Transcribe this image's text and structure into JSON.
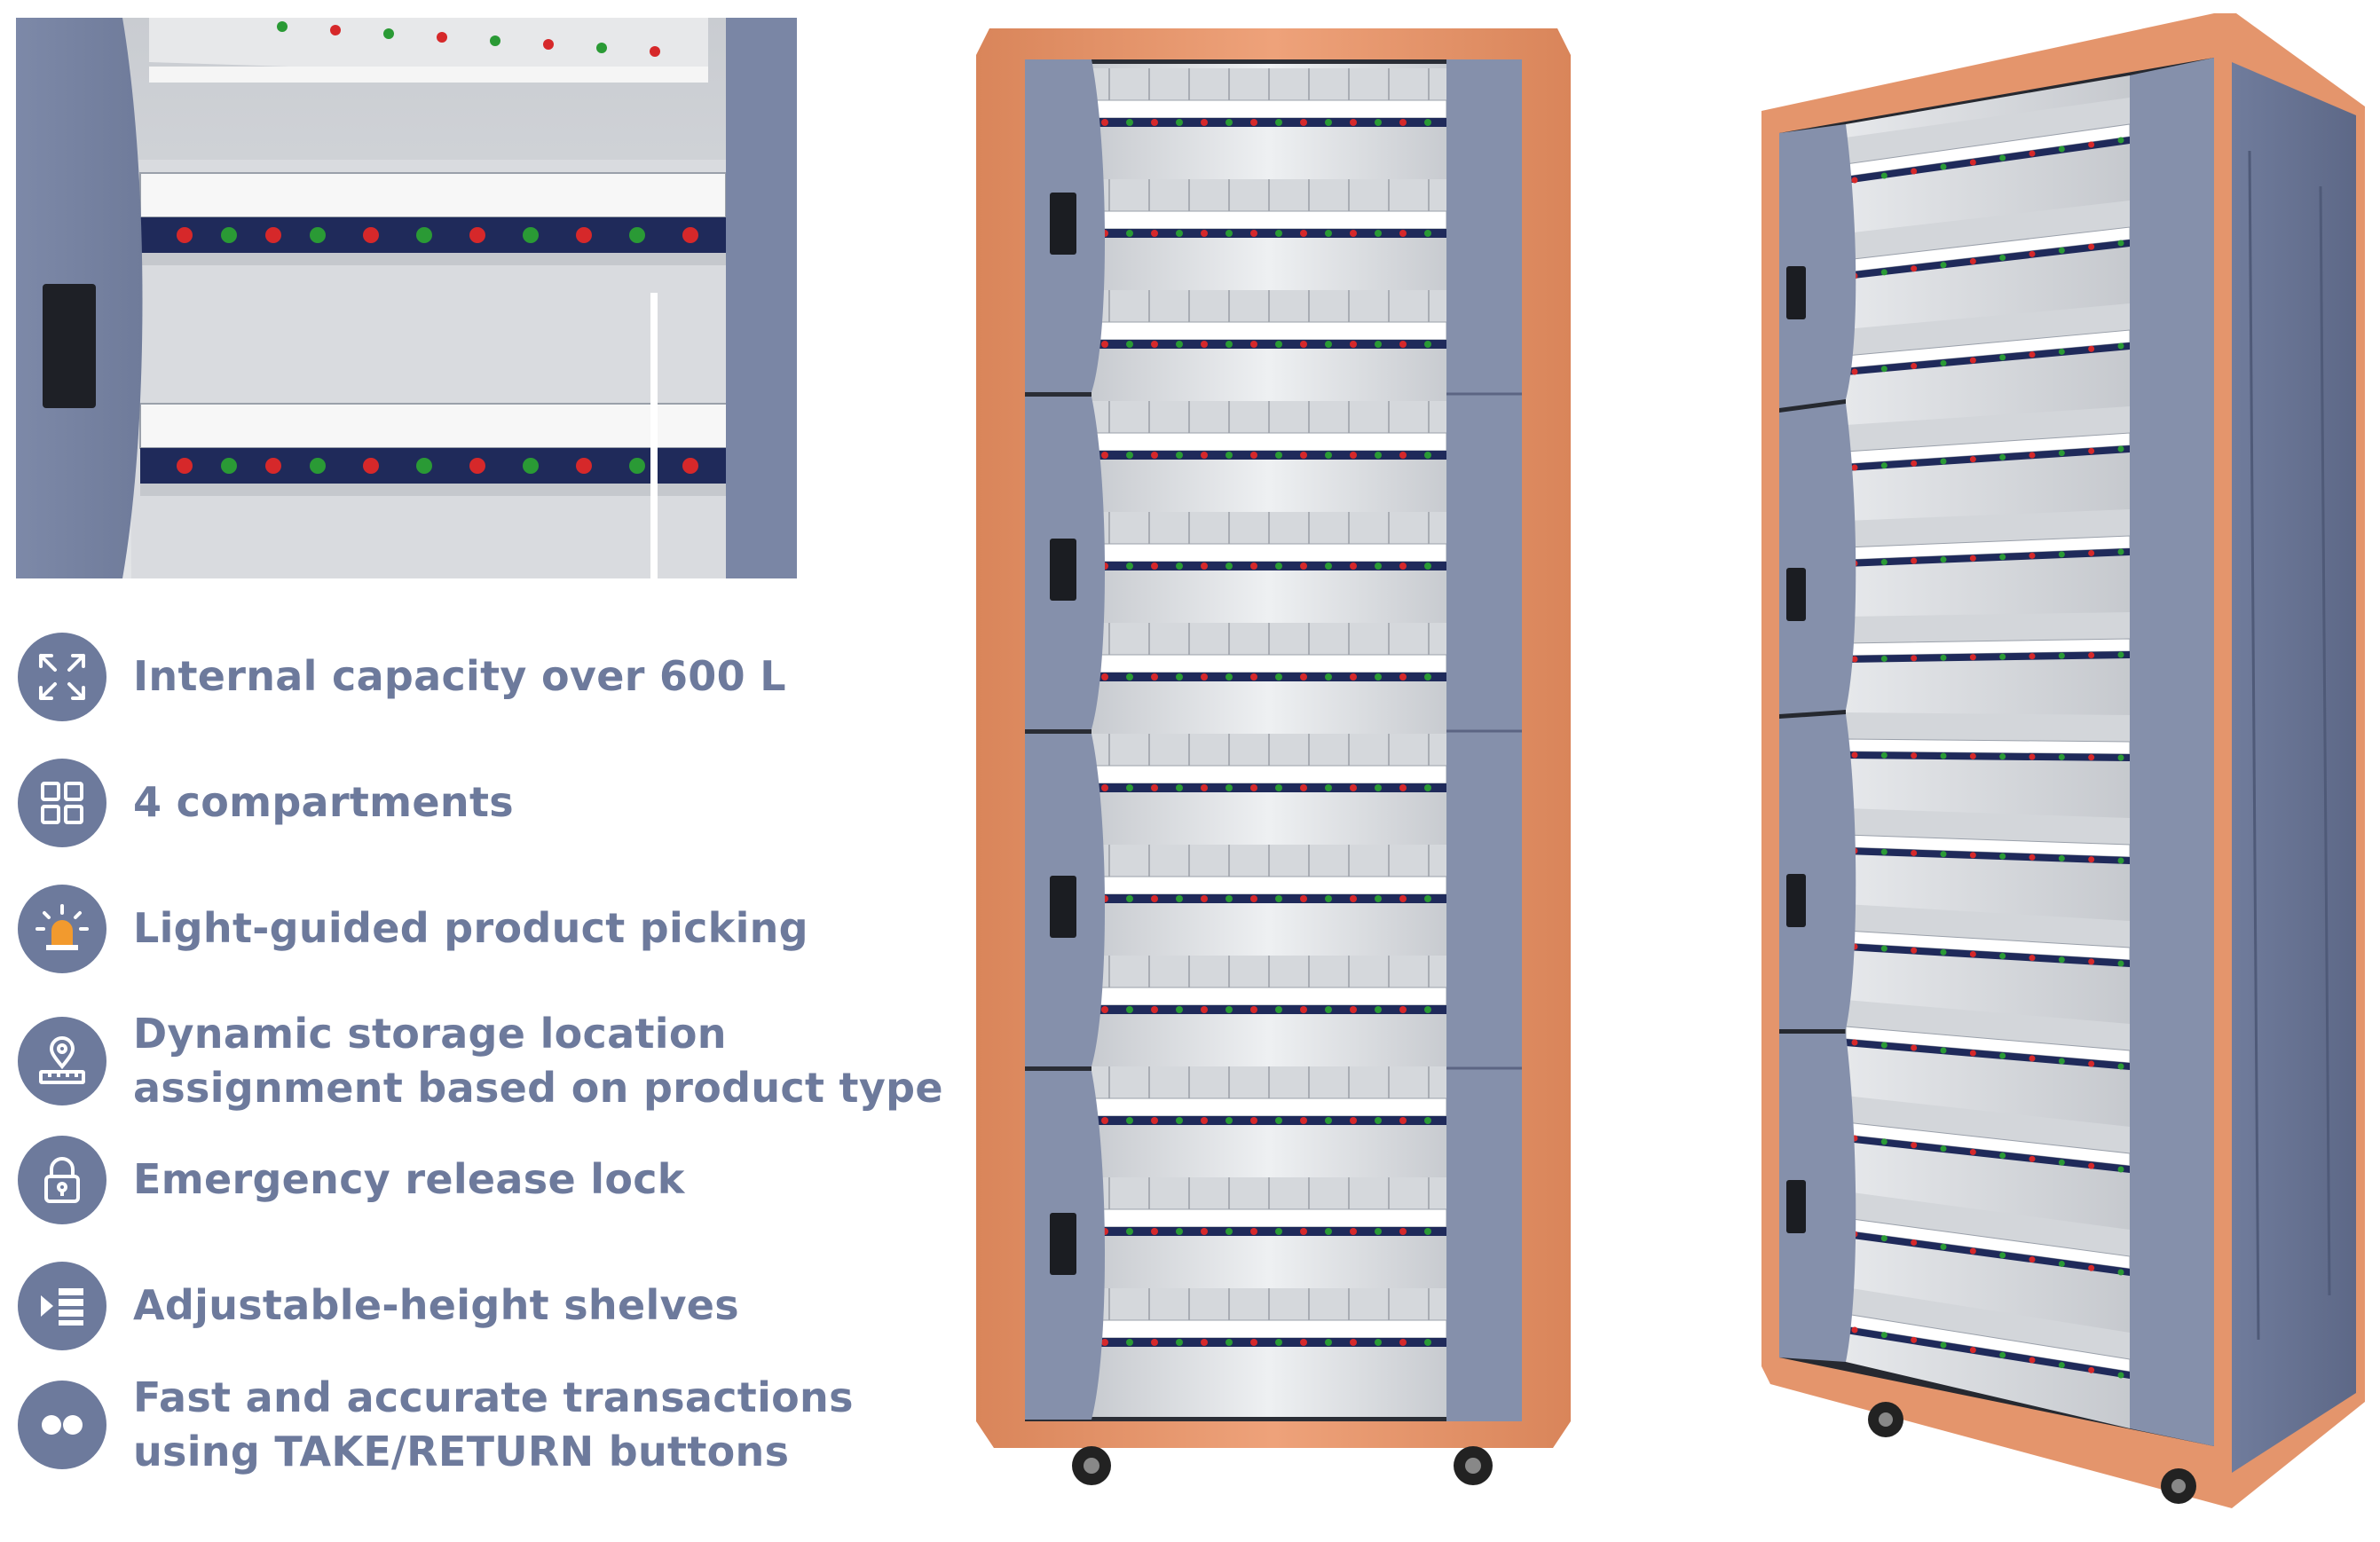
{
  "features": [
    {
      "icon": "expand-arrows-icon",
      "lines": [
        "Internal capacity over 600 L"
      ]
    },
    {
      "icon": "compartments-grid-icon",
      "lines": [
        "4 compartments"
      ]
    },
    {
      "icon": "warning-light-icon",
      "lines": [
        "Light-guided product picking"
      ]
    },
    {
      "icon": "location-pin-ruler-icon",
      "lines": [
        "Dynamic storage location",
        "assignment based on product type"
      ]
    },
    {
      "icon": "padlock-icon",
      "lines": [
        "Emergency release lock"
      ]
    },
    {
      "icon": "shelf-list-icon",
      "lines": [
        "Adjustable-height shelves"
      ]
    },
    {
      "icon": "two-buttons-icon",
      "lines": [
        "Fast and accurate transactions",
        "using TAKE/RETURN buttons"
      ]
    }
  ],
  "colors": {
    "accent": "#6d7a9c",
    "frame": "#e4956c",
    "panel": "#8590ab",
    "interior": "#e9ebee"
  }
}
